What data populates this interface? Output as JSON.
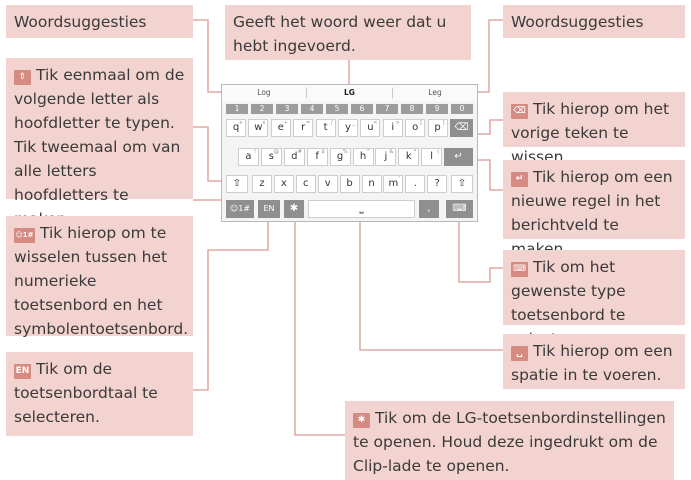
{
  "callouts": {
    "woordsuggesties_left": "Woordsuggesties",
    "woordsuggesties_right": "Woordsuggesties",
    "entered_word": "Geeft het woord weer dat u hebt ingevoerd.",
    "shift": "Tik eenmaal om de volgende letter als hoofdletter te typen. Tik tweemaal om van alle letters hoofdletters te maken.",
    "backspace": "Tik hierop om het vorige teken te wissen.",
    "enter": "Tik hierop om een nieuwe regel in het berichtveld te maken.",
    "symbols": "Tik hierop om te wisselen tussen het numerieke toetsenbord en het symbolentoetsenbord.",
    "keyboard_type": "Tik om het gewenste type toetsenbord te selecteren.",
    "language": "Tik om de toetsenbordtaal te selecteren.",
    "space": "Tik hierop om een spatie in te voeren.",
    "settings": "Tik om de LG-toetsenbordinstellingen te openen. Houd deze ingedrukt om de Clip-lade te openen."
  },
  "icons": {
    "shift": "shift-icon",
    "backspace": "backspace-icon",
    "enter": "enter-icon",
    "symbols": "symbols-icon",
    "keyboard_type": "keyboard-type-icon",
    "language": "language-icon",
    "space": "space-icon",
    "settings": "gear-icon"
  },
  "icon_glyphs": {
    "shift": "⇧",
    "backspace": "⌫",
    "enter": "↵",
    "symbols": "☺1#",
    "keyboard_type": "⌨",
    "language": "EN",
    "space": "␣",
    "settings": "✱"
  },
  "keyboard": {
    "suggestions": [
      "Log",
      "LG",
      "Leg"
    ],
    "numbers": [
      "1",
      "2",
      "3",
      "4",
      "5",
      "6",
      "7",
      "8",
      "9",
      "0"
    ],
    "row1": [
      "q",
      "w",
      "e",
      "r",
      "t",
      "y",
      "u",
      "i",
      "o",
      "p"
    ],
    "row1_sub": [
      "+",
      "x",
      "÷",
      "=",
      "/",
      "_",
      "<",
      ">",
      "[",
      "]"
    ],
    "row2": [
      "a",
      "s",
      "d",
      "f",
      "g",
      "h",
      "j",
      "k",
      "l"
    ],
    "row2_sub": [
      "!",
      "@",
      "#",
      "$",
      "%",
      "^",
      "&",
      "*",
      "("
    ],
    "row3": [
      "z",
      "x",
      "c",
      "v",
      "b",
      "n",
      "m",
      ".",
      "?"
    ],
    "row3_sub": [
      "",
      "",
      "",
      "",
      "",
      "",
      "'",
      "",
      ""
    ],
    "lang_key": "EN",
    "sym_key": "☺1#",
    "shift_key": "⇧",
    "backspace_key": "⌫",
    "enter_key": "↵",
    "settings_key": "✱",
    "comma_key": ",",
    "type_key": "⌨",
    "space_key": "⎵"
  },
  "colors": {
    "callout_bg": "#f3d3cf",
    "icon_bg": "#d58a82",
    "line": "#d99990"
  }
}
